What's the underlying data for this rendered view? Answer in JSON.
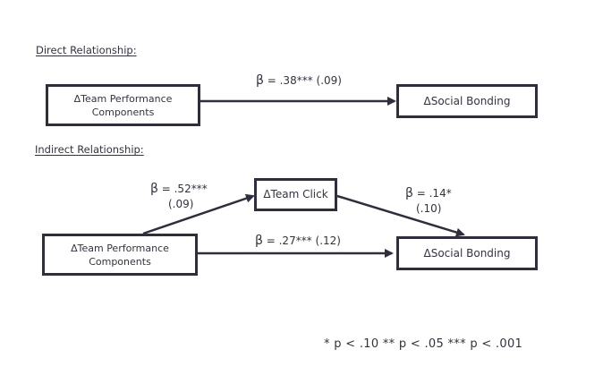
{
  "direct": {
    "heading": "Direct Relationship",
    "heading_colon": ":",
    "source_line1": "ΔTeam Performance",
    "source_line2": "Components",
    "target": "ΔSocial Bonding",
    "beta_symbol": "β",
    "coef": " = .38*** (.09)"
  },
  "indirect": {
    "heading": "Indirect Relationship:",
    "source_line1": "ΔTeam Performance",
    "source_line2": "Components",
    "mediator": "ΔTeam Click",
    "target": "ΔSocial Bonding",
    "beta_symbol": "β",
    "path_a_coef": " = .52***",
    "path_a_se": "(.09)",
    "path_b_coef": " = .14*",
    "path_b_se": "(.10)",
    "path_c_coef": " = .27***  (.12)"
  },
  "note": "* p < .10 ** p < .05 *** p < .001",
  "colors": {
    "stroke": "#2f2e3d",
    "text": "#34323f"
  }
}
